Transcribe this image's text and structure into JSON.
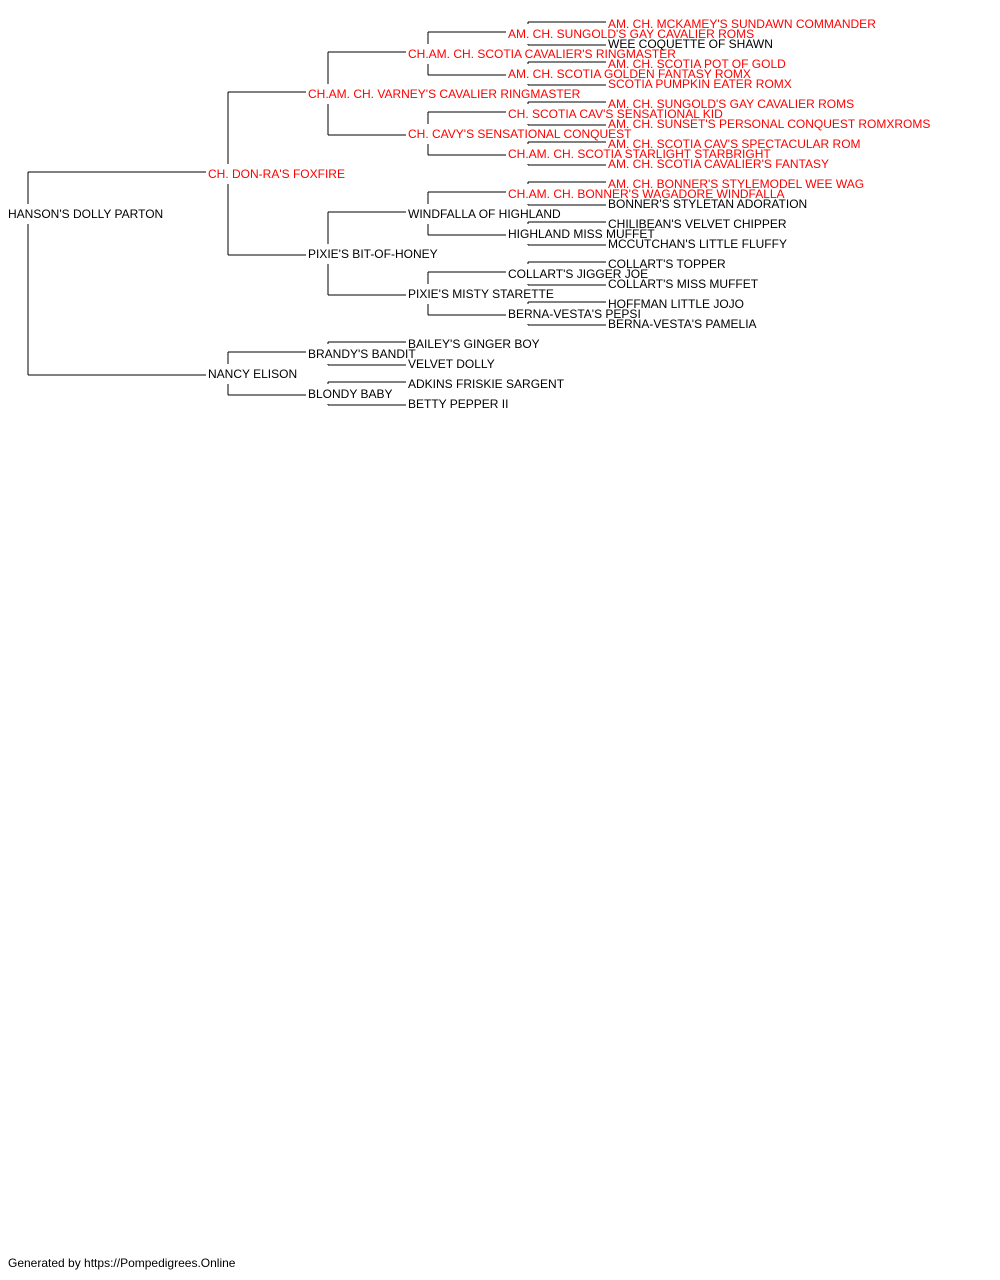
{
  "root": {
    "name": "HANSON'S DOLLY PARTON",
    "champion": false,
    "sire": {
      "name": "CH. DON-RA'S FOXFIRE",
      "champion": true,
      "sire": {
        "name": "CH.AM. CH. VARNEY'S CAVALIER RINGMASTER",
        "champion": true,
        "sire": {
          "name": "CH.AM. CH. SCOTIA CAVALIER'S RINGMASTER",
          "champion": true,
          "sire": {
            "name": "AM. CH. SUNGOLD'S GAY CAVALIER ROMS",
            "champion": true,
            "sire": {
              "name": "AM. CH. MCKAMEY'S SUNDAWN COMMANDER",
              "champion": true
            },
            "dam": {
              "name": "WEE COQUETTE OF SHAWN",
              "champion": false
            }
          },
          "dam": {
            "name": "AM. CH. SCOTIA GOLDEN FANTASY ROMX",
            "champion": true,
            "sire": {
              "name": "AM. CH. SCOTIA POT OF GOLD",
              "champion": true
            },
            "dam": {
              "name": "SCOTIA PUMPKIN EATER ROMX",
              "champion": true
            }
          }
        },
        "dam": {
          "name": "CH. CAVY'S SENSATIONAL CONQUEST",
          "champion": true,
          "sire": {
            "name": "CH. SCOTIA CAV'S SENSATIONAL KID",
            "champion": true,
            "sire": {
              "name": "AM. CH. SUNGOLD'S GAY CAVALIER ROMS",
              "champion": true
            },
            "dam": {
              "name": "AM. CH. SUNSET'S PERSONAL CONQUEST ROMXROMS",
              "champion": true
            }
          },
          "dam": {
            "name": "CH.AM. CH. SCOTIA STARLIGHT STARBRIGHT",
            "champion": true,
            "sire": {
              "name": "AM. CH. SCOTIA CAV'S SPECTACULAR ROM",
              "champion": true
            },
            "dam": {
              "name": "AM. CH. SCOTIA CAVALIER'S FANTASY",
              "champion": true
            }
          }
        }
      },
      "dam": {
        "name": "PIXIE'S BIT-OF-HONEY",
        "champion": false,
        "sire": {
          "name": "WINDFALLA OF HIGHLAND",
          "champion": false,
          "sire": {
            "name": "CH.AM. CH. BONNER'S WAGADORE WINDFALLA",
            "champion": true,
            "sire": {
              "name": "AM. CH. BONNER'S STYLEMODEL WEE WAG",
              "champion": true
            },
            "dam": {
              "name": "BONNER'S STYLETAN ADORATION",
              "champion": false
            }
          },
          "dam": {
            "name": "HIGHLAND MISS MUFFET",
            "champion": false,
            "sire": {
              "name": "CHILIBEAN'S VELVET CHIPPER",
              "champion": false
            },
            "dam": {
              "name": "MCCUTCHAN'S LITTLE FLUFFY",
              "champion": false
            }
          }
        },
        "dam": {
          "name": "PIXIE'S MISTY STARETTE",
          "champion": false,
          "sire": {
            "name": "COLLART'S JIGGER JOE",
            "champion": false,
            "sire": {
              "name": "COLLART'S TOPPER",
              "champion": false
            },
            "dam": {
              "name": "COLLART'S MISS MUFFET",
              "champion": false
            }
          },
          "dam": {
            "name": "BERNA-VESTA'S PEPSI",
            "champion": false,
            "sire": {
              "name": "HOFFMAN LITTLE JOJO",
              "champion": false
            },
            "dam": {
              "name": "BERNA-VESTA'S PAMELIA",
              "champion": false
            }
          }
        }
      }
    },
    "dam": {
      "name": "NANCY ELISON",
      "champion": false,
      "sire": {
        "name": "BRANDY'S BANDIT",
        "champion": false,
        "sire": {
          "name": "BAILEY'S GINGER BOY",
          "champion": false
        },
        "dam": {
          "name": "VELVET DOLLY",
          "champion": false
        }
      },
      "dam": {
        "name": "BLONDY BABY",
        "champion": false,
        "sire": {
          "name": "ADKINS FRISKIE SARGENT",
          "champion": false
        },
        "dam": {
          "name": "BETTY PEPPER II",
          "champion": false
        }
      }
    }
  },
  "footer": "Generated by https://Pompedigrees.Online",
  "colors": {
    "champion": "#ff0000",
    "plain": "#000000",
    "line": "#000000"
  }
}
